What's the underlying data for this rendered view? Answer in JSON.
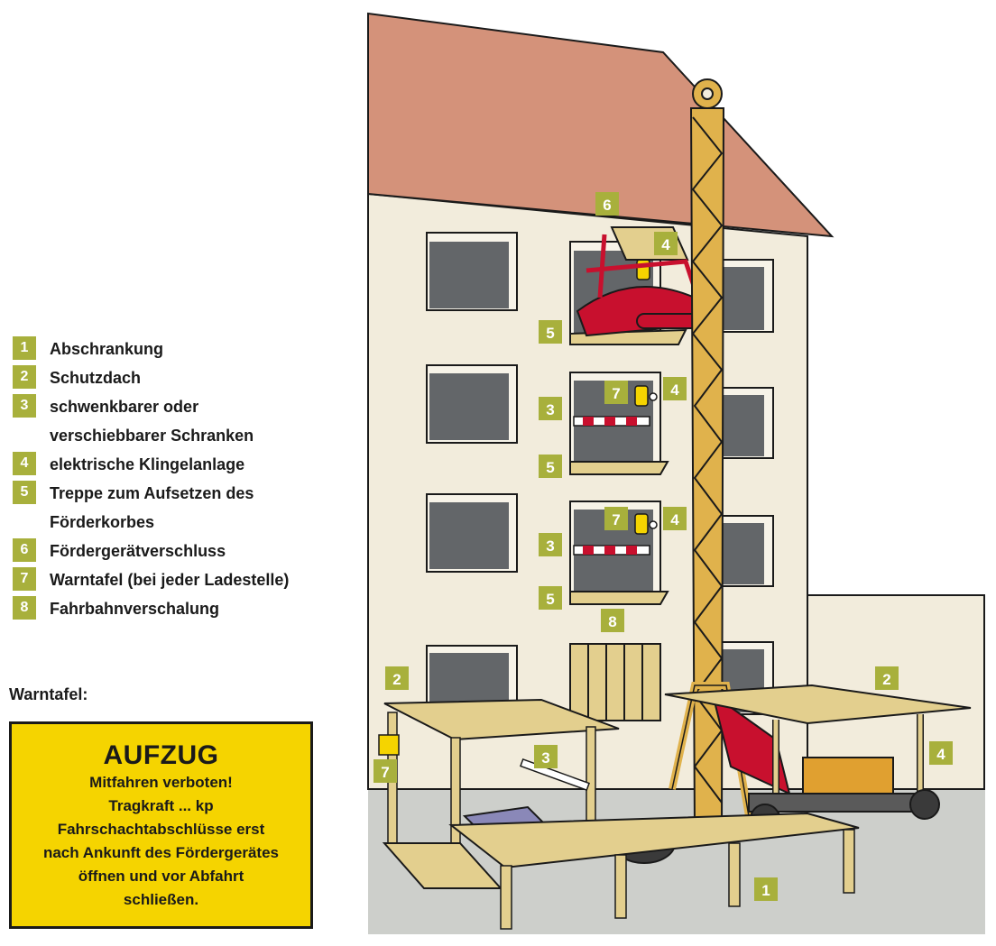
{
  "legend": [
    {
      "num": "1",
      "lines": [
        "Abschrankung"
      ]
    },
    {
      "num": "2",
      "lines": [
        "Schutzdach"
      ]
    },
    {
      "num": "3",
      "lines": [
        "schwenkbarer oder",
        "verschiebbarer Schranken"
      ]
    },
    {
      "num": "4",
      "lines": [
        "elektrische Klingelanlage"
      ]
    },
    {
      "num": "5",
      "lines": [
        "Treppe zum Aufsetzen des",
        "Förderkorbes"
      ]
    },
    {
      "num": "6",
      "lines": [
        "Fördergerätverschluss"
      ]
    },
    {
      "num": "7",
      "lines": [
        "Warntafel (bei jeder Ladestelle)"
      ]
    },
    {
      "num": "8",
      "lines": [
        "Fahrbahnverschalung"
      ]
    }
  ],
  "warntafel": {
    "label": "Warntafel:",
    "title": "AUFZUG",
    "lines": [
      "Mitfahren verboten!",
      "Tragkraft ... kp",
      "Fahrschachtabschlüsse erst",
      "nach Ankunft des Fördergerätes",
      "öffnen und vor Abfahrt",
      "schließen."
    ]
  },
  "tags": {
    "t6": "6",
    "t4a": "4",
    "t5a": "5",
    "t7a": "7",
    "t4b": "4",
    "t3a": "3",
    "t5b": "5",
    "t7b": "7",
    "t4c": "4",
    "t3b": "3",
    "t5c": "5",
    "t8": "8",
    "t2a": "2",
    "t2b": "2",
    "t7c": "7",
    "t3c": "3",
    "t4d": "4",
    "t1": "1"
  },
  "colors": {
    "tag": "#a8b03c",
    "wall": "#f2ecdc",
    "roof": "#d4927a",
    "window": "#636669",
    "wood": "#e3cf8e",
    "tower": "#e0b24c",
    "red": "#c8102e",
    "sign": "#f5d400"
  }
}
